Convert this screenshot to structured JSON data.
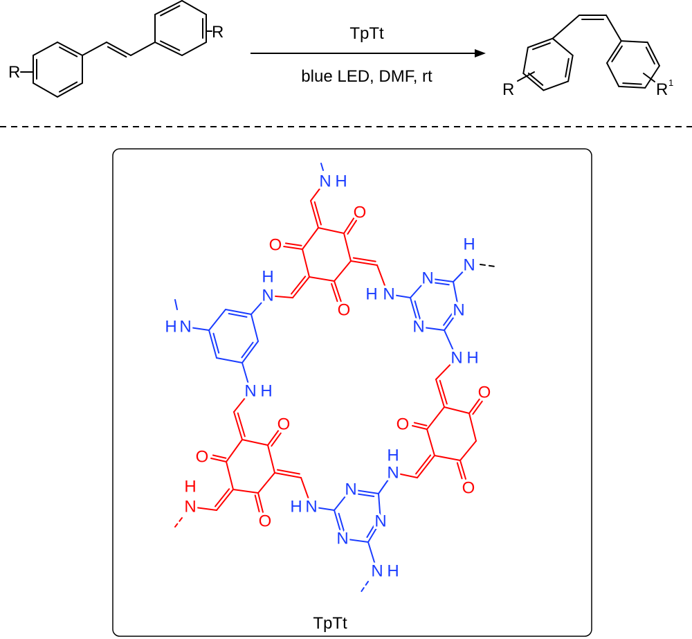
{
  "reaction": {
    "catalyst": "TpTt",
    "conditions": "blue LED, DMF, rt",
    "reactant": {
      "substituent_left": "R",
      "substituent_right": "R"
    },
    "product": {
      "substituent_left": "R",
      "substituent_right": "R",
      "substituent_right_superscript": "1"
    }
  },
  "framework": {
    "label": "TpTt",
    "atom_labels": {
      "O": "O",
      "N": "N",
      "H": "H"
    }
  },
  "colors": {
    "tp_unit": "#ff0000",
    "amine_unit": "#1a3cff",
    "bond": "#000000"
  }
}
